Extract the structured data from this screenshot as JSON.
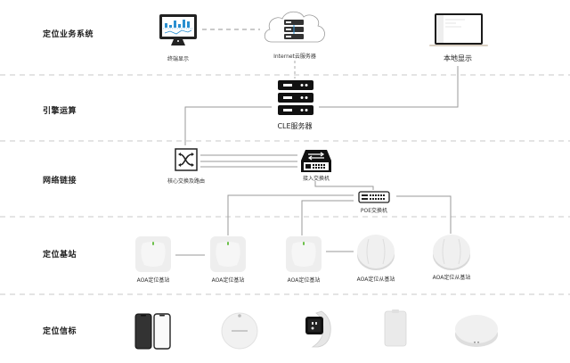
{
  "rows": [
    {
      "label": "定位业务系统"
    },
    {
      "label": "引擎运算"
    },
    {
      "label": "网络链接"
    },
    {
      "label": "定位基站"
    },
    {
      "label": "定位信标"
    }
  ],
  "nodes": {
    "terminal_display": {
      "label": "终端显示",
      "icon": "monitor-dashboard-icon"
    },
    "cloud_server": {
      "label": "Internet云服务器",
      "icon": "cloud-server-icon"
    },
    "local_display": {
      "label": "本地显示",
      "icon": "laptop-icon"
    },
    "cle_server": {
      "label": "CLE服务器",
      "icon": "server-rack-icon"
    },
    "core_switch": {
      "label": "核心交换及路由",
      "icon": "core-router-icon"
    },
    "access_switch": {
      "label": "接入交换机",
      "icon": "access-switch-icon"
    },
    "poe_switch": {
      "label": "POE交换机",
      "icon": "poe-switch-icon"
    },
    "base_stations": [
      {
        "label": "AOA定位基站",
        "icon": "square-anchor-icon"
      },
      {
        "label": "AOA定位基站",
        "icon": "square-anchor-icon"
      },
      {
        "label": "AOA定位基站",
        "icon": "square-anchor-icon"
      },
      {
        "label": "AOA定位从基站",
        "icon": "round-anchor-icon"
      },
      {
        "label": "AOA定位从基站",
        "icon": "round-anchor-icon"
      }
    ],
    "beacons": [
      {
        "icon": "smartphones-icon"
      },
      {
        "icon": "round-tag-icon"
      },
      {
        "icon": "smartwatch-icon"
      },
      {
        "icon": "card-tag-icon"
      },
      {
        "icon": "puck-beacon-icon"
      }
    ]
  },
  "colors": {
    "divider": "#c8c8c8",
    "wire": "#9a9a9a",
    "icon_dark": "#1e1e1e",
    "accent_blue": "#2a8fd0"
  }
}
